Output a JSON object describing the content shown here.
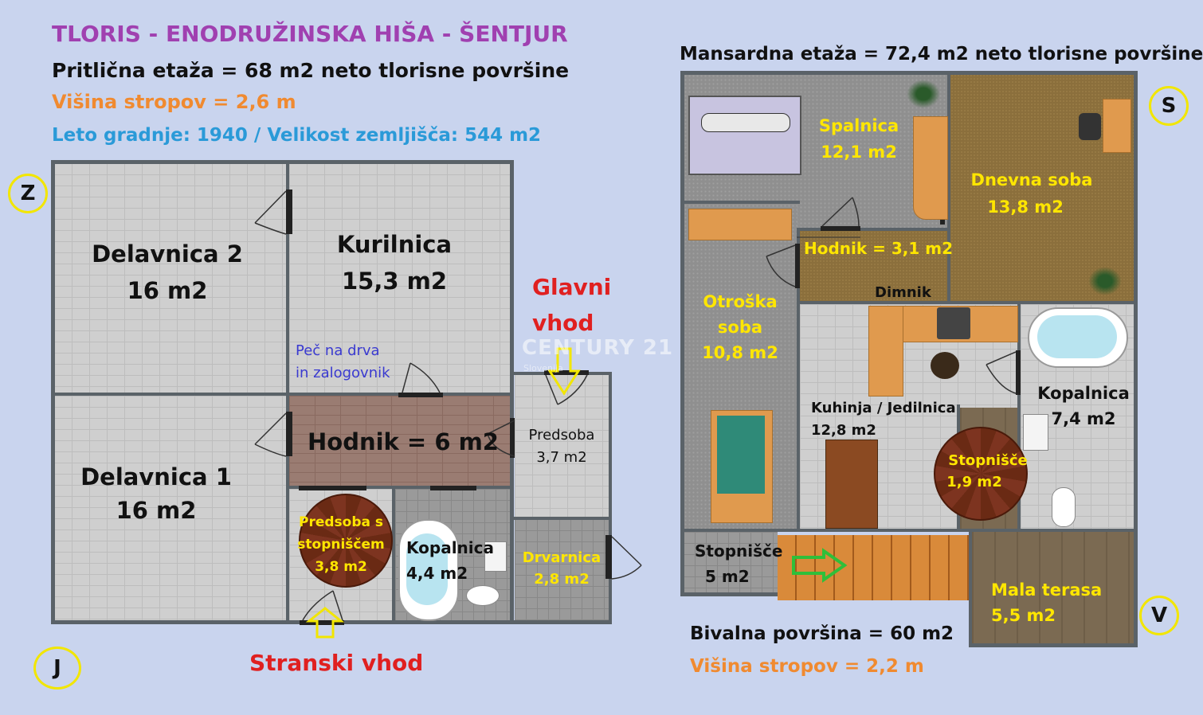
{
  "header": {
    "title": "TLORIS - ENODRUŽINSKA HIŠA - ŠENTJUR",
    "ground_area": "Pritlična etaža = 68 m2 neto tlorisne površine",
    "ground_height": "Višina stropov = 2,6 m",
    "year_lot": "Leto gradnje: 1940 / Velikost zemljišča: 544 m2"
  },
  "attic_header": "Mansardna etaža = 72,4 m2 neto tlorisne površine",
  "compass": {
    "west": "Z",
    "south": "J",
    "north": "S",
    "east": "V"
  },
  "ground_floor": {
    "workshop2": {
      "name": "Delavnica 2",
      "area": "16 m2"
    },
    "boiler": {
      "name": "Kurilnica",
      "area": "15,3 m2"
    },
    "stove_note1": "Peč na drva",
    "stove_note2": "in zalogovnik",
    "workshop1": {
      "name": "Delavnica 1",
      "area": "16 m2"
    },
    "hallway": "Hodnik = 6 m2",
    "entry_hall": {
      "name": "Predsoba",
      "area": "3,7 m2"
    },
    "stair_hall": {
      "line1": "Predsoba s",
      "line2": "stopniščem",
      "area": "3,8 m2"
    },
    "bathroom": {
      "name": "Kopalnica",
      "area": "4,4 m2"
    },
    "woodshed": {
      "name": "Drvarnica",
      "area": "2,8 m2"
    },
    "main_entrance1": "Glavni",
    "main_entrance2": "vhod",
    "side_entrance": "Stranski vhod"
  },
  "watermark": {
    "brand": "CENTURY 21",
    "sub": "Slovenija"
  },
  "attic": {
    "bedroom": {
      "name": "Spalnica",
      "area": "12,1 m2"
    },
    "living": {
      "name": "Dnevna soba",
      "area": "13,8 m2"
    },
    "hallway": "Hodnik = 3,1 m2",
    "chimney": "Dimnik",
    "kids": {
      "line1": "Otroška",
      "line2": "soba",
      "area": "10,8 m2"
    },
    "kitchen": {
      "name": "Kuhinja / Jedilnica",
      "area": "12,8 m2"
    },
    "bathroom": {
      "name": "Kopalnica",
      "area": "7,4 m2"
    },
    "stairs_small": {
      "name": "Stopnišče",
      "area": "1,9 m2"
    },
    "stairs": {
      "name": "Stopnišče",
      "area": "5 m2"
    },
    "terrace": {
      "name": "Mala terasa",
      "area": "5,5 m2"
    }
  },
  "footer": {
    "living_area": "Bivalna površina = 60 m2",
    "attic_height": "Višina stropov = 2,2 m"
  },
  "colors": {
    "title": "#a040b0",
    "height": "#f08a30",
    "info": "#2a9ad8",
    "entrance": "#e02020",
    "room_label": "#ffe600",
    "note": "#3a3ad0"
  }
}
